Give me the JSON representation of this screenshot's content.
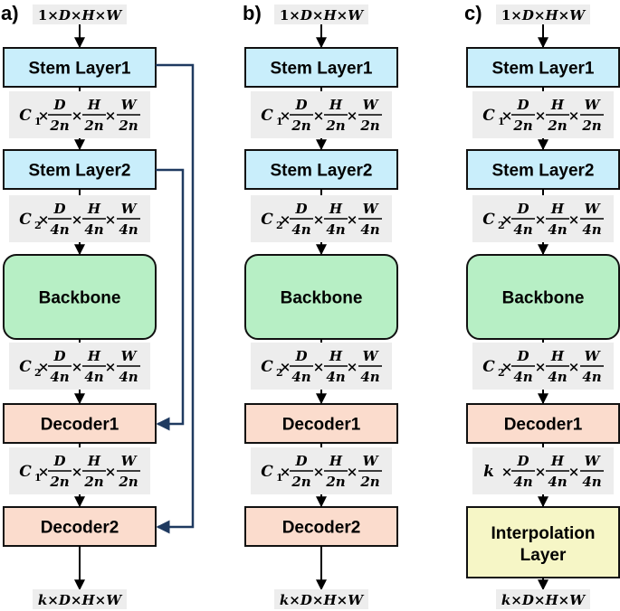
{
  "colors": {
    "stem": "#c9eefb",
    "backbone": "#b7efc5",
    "decoder": "#fbdccd",
    "interp": "#f6f6c6",
    "skip_line": "#1f3a60",
    "box_stroke": "#111111"
  },
  "columns": [
    {
      "label": "a)",
      "input": {
        "pre": "1×",
        "factors": [
          "D",
          "H",
          "W"
        ]
      },
      "boxes": [
        {
          "label": "Stem Layer1",
          "style": "stem"
        },
        {
          "label": "Stem Layer2",
          "style": "stem"
        },
        {
          "label": "Backbone",
          "style": "backbone"
        },
        {
          "label": "Decoder1",
          "style": "decoder"
        },
        {
          "label": "Decoder2",
          "style": "decoder"
        }
      ],
      "dims": [
        {
          "ch": "C",
          "sub": "1",
          "den": "2n"
        },
        {
          "ch": "C",
          "sub": "2",
          "den": "4n"
        },
        {
          "ch": "C",
          "sub": "2",
          "den": "4n"
        },
        {
          "ch": "C",
          "sub": "1",
          "den": "2n"
        }
      ],
      "output": {
        "pre": "k×",
        "factors": [
          "D",
          "H",
          "W"
        ]
      },
      "skips": true
    },
    {
      "label": "b)",
      "input": {
        "pre": "1×",
        "factors": [
          "D",
          "H",
          "W"
        ]
      },
      "boxes": [
        {
          "label": "Stem Layer1",
          "style": "stem"
        },
        {
          "label": "Stem Layer2",
          "style": "stem"
        },
        {
          "label": "Backbone",
          "style": "backbone"
        },
        {
          "label": "Decoder1",
          "style": "decoder"
        },
        {
          "label": "Decoder2",
          "style": "decoder"
        }
      ],
      "dims": [
        {
          "ch": "C",
          "sub": "1",
          "den": "2n"
        },
        {
          "ch": "C",
          "sub": "2",
          "den": "4n"
        },
        {
          "ch": "C",
          "sub": "2",
          "den": "4n"
        },
        {
          "ch": "C",
          "sub": "1",
          "den": "2n"
        }
      ],
      "output": {
        "pre": "k×",
        "factors": [
          "D",
          "H",
          "W"
        ]
      },
      "skips": false
    },
    {
      "label": "c)",
      "input": {
        "pre": "1×",
        "factors": [
          "D",
          "H",
          "W"
        ]
      },
      "boxes": [
        {
          "label": "Stem Layer1",
          "style": "stem"
        },
        {
          "label": "Stem Layer2",
          "style": "stem"
        },
        {
          "label": "Backbone",
          "style": "backbone"
        },
        {
          "label": "Decoder1",
          "style": "decoder"
        },
        {
          "label": "Interpolation\nLayer",
          "style": "interp"
        }
      ],
      "dims": [
        {
          "ch": "C",
          "sub": "1",
          "den": "2n"
        },
        {
          "ch": "C",
          "sub": "2",
          "den": "4n"
        },
        {
          "ch": "C",
          "sub": "2",
          "den": "4n"
        },
        {
          "ch": "k",
          "sub": "",
          "den": "4n"
        }
      ],
      "output": {
        "pre": "k×",
        "factors": [
          "D",
          "H",
          "W"
        ]
      },
      "skips": false
    }
  ]
}
